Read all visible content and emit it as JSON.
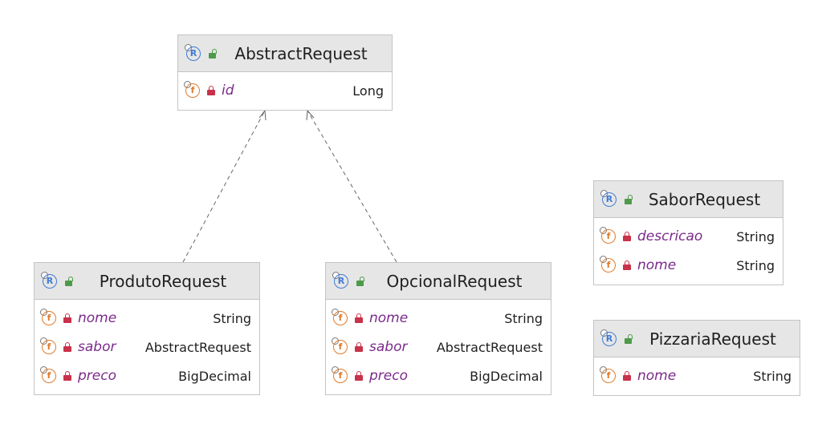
{
  "colors": {
    "field_name": "#7b2a8a",
    "field_icon": "#e07a2a",
    "record_icon": "#3f7ad6",
    "private_lock": "#c8324a",
    "public_lock": "#4e9a4a",
    "header_bg": "#e6e6e6",
    "edge": "#666666"
  },
  "icons": {
    "class_icon": "record-icon",
    "class_visibility": "unlocked-icon",
    "field_icon": "field-icon",
    "field_visibility": "locked-icon"
  },
  "icon_glyphs": {
    "record": "R",
    "field": "f"
  },
  "classes": [
    {
      "id": "abstract",
      "name": "AbstractRequest",
      "fields": [
        {
          "name": "id",
          "type": "Long"
        }
      ]
    },
    {
      "id": "produto",
      "name": "ProdutoRequest",
      "fields": [
        {
          "name": "nome",
          "type": "String"
        },
        {
          "name": "sabor",
          "type": "AbstractRequest"
        },
        {
          "name": "preco",
          "type": "BigDecimal"
        }
      ]
    },
    {
      "id": "opcional",
      "name": "OpcionalRequest",
      "fields": [
        {
          "name": "nome",
          "type": "String"
        },
        {
          "name": "sabor",
          "type": "AbstractRequest"
        },
        {
          "name": "preco",
          "type": "BigDecimal"
        }
      ]
    },
    {
      "id": "sabor",
      "name": "SaborRequest",
      "fields": [
        {
          "name": "descricao",
          "type": "String"
        },
        {
          "name": "nome",
          "type": "String"
        }
      ]
    },
    {
      "id": "pizzaria",
      "name": "PizzariaRequest",
      "fields": [
        {
          "name": "nome",
          "type": "String"
        }
      ]
    }
  ],
  "relations": [
    {
      "from": "produto",
      "to": "abstract",
      "kind": "implements-dashed"
    },
    {
      "from": "opcional",
      "to": "abstract",
      "kind": "implements-dashed"
    }
  ]
}
